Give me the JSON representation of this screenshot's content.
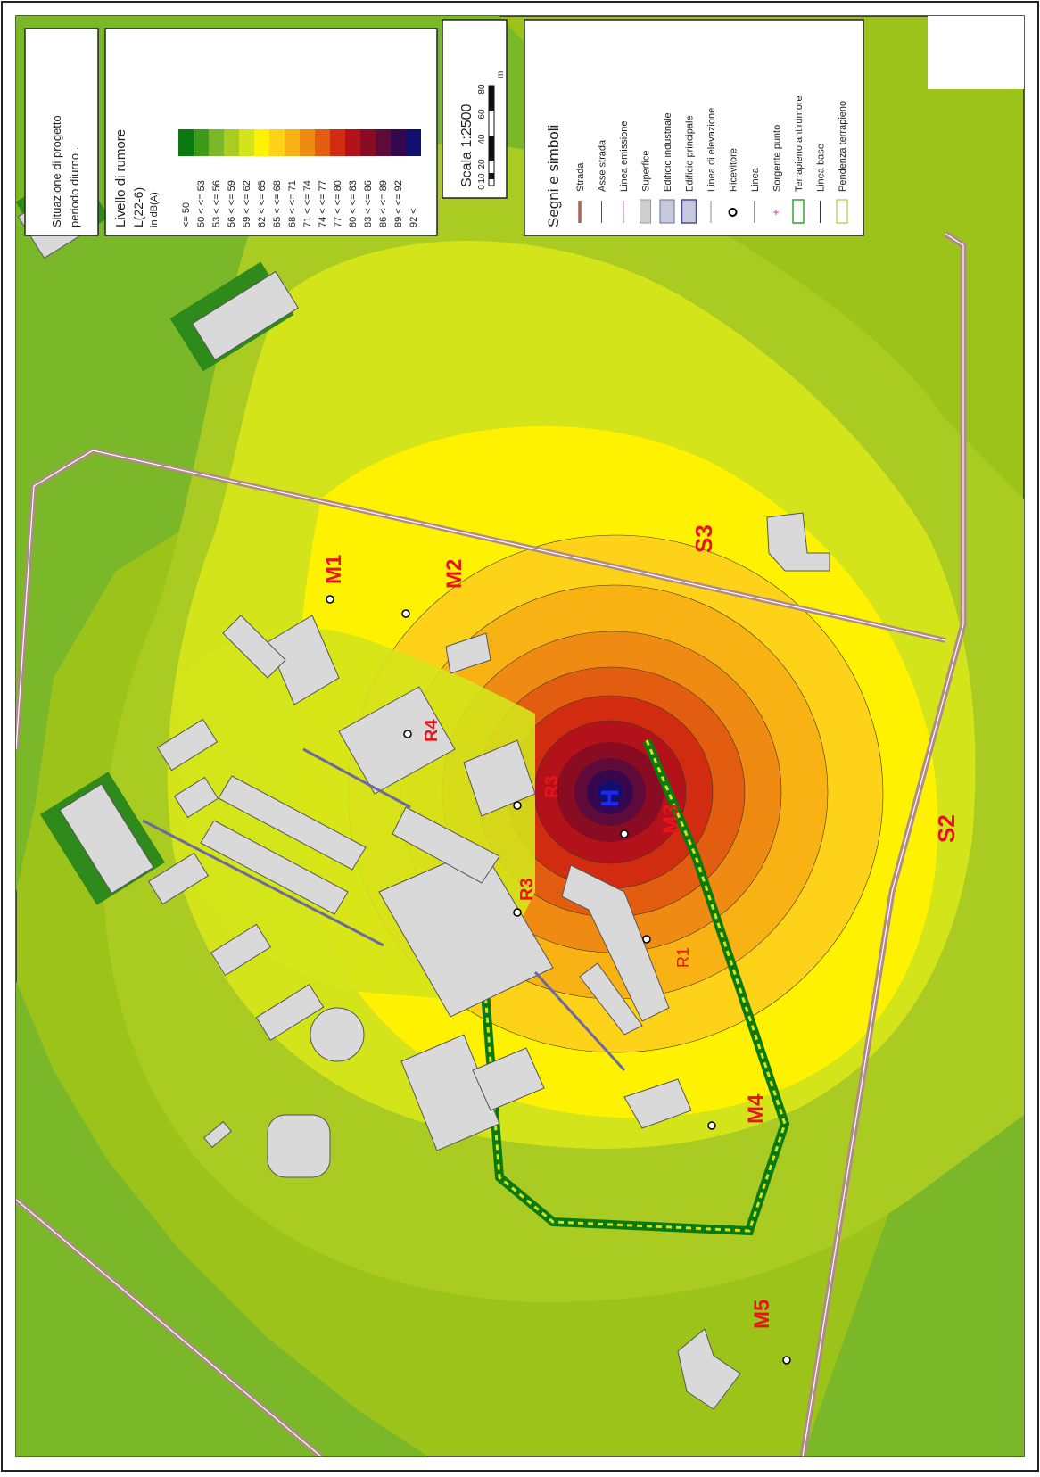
{
  "title_box": {
    "line1": "Situazione di progetto",
    "line2": "periodo diurno ."
  },
  "noise_legend": {
    "heading": "Livello di rumore",
    "index": "L(22-6)",
    "unit": "in dB(A)",
    "classes": [
      {
        "label": "<= 50",
        "color": "#0a7a10"
      },
      {
        "label": "50 <   <= 53",
        "color": "#3d9a1a"
      },
      {
        "label": "53 <   <= 56",
        "color": "#7ab82a"
      },
      {
        "label": "56 <   <= 59",
        "color": "#aacc22"
      },
      {
        "label": "59 <   <= 62",
        "color": "#d4e41a"
      },
      {
        "label": "62 <   <= 65",
        "color": "#fff200"
      },
      {
        "label": "65 <   <= 68",
        "color": "#ffd21a"
      },
      {
        "label": "68 <   <= 71",
        "color": "#f9b213"
      },
      {
        "label": "71 <   <= 74",
        "color": "#ef8a12"
      },
      {
        "label": "74 <   <= 77",
        "color": "#e35d10"
      },
      {
        "label": "77 <   <= 80",
        "color": "#d22c10"
      },
      {
        "label": "80 <   <= 83",
        "color": "#b3121a"
      },
      {
        "label": "83 <   <= 86",
        "color": "#8a0c22"
      },
      {
        "label": "86 <   <= 89",
        "color": "#5e0a3a"
      },
      {
        "label": "89 <   <= 92",
        "color": "#34074f"
      },
      {
        "label": "92 <",
        "color": "#10106e"
      }
    ]
  },
  "scale_box": {
    "title": "Scala 1:2500",
    "ticks": [
      "0",
      "10",
      "20",
      "40",
      "60",
      "80"
    ],
    "unit": "m"
  },
  "symbols_legend": {
    "heading": "Segni e simboli",
    "items": [
      {
        "name": "strada",
        "label": "Strada"
      },
      {
        "name": "asse-strada",
        "label": "Asse strada"
      },
      {
        "name": "linea-emissione",
        "label": "Linea emissione"
      },
      {
        "name": "superfice",
        "label": "Superfice"
      },
      {
        "name": "edificio-industriale",
        "label": "Edificio industriale"
      },
      {
        "name": "edificio-principale",
        "label": "Edificio principale"
      },
      {
        "name": "linea-elevazione",
        "label": "Linea di elevazione"
      },
      {
        "name": "ricevitore",
        "label": "Ricevitore"
      },
      {
        "name": "linea",
        "label": "Linea"
      },
      {
        "name": "sorgente-punto",
        "label": "Sorgente punto"
      },
      {
        "name": "terrapieno-antirumore",
        "label": "Terrapieno antirumore"
      },
      {
        "name": "linea-base",
        "label": "Linea base"
      },
      {
        "name": "pendenza-terrapieno",
        "label": "Pendenza terrapieno"
      }
    ]
  },
  "map_labels": {
    "m1": "M1",
    "m2": "M2",
    "m3": "M3",
    "m4": "M4",
    "m5": "M5",
    "s2": "S2",
    "s3": "S3",
    "r1": "R1",
    "r3a": "R3",
    "r3b": "R3",
    "r4": "R4",
    "heli": "H"
  },
  "colors": {
    "label_red": "#e8141a",
    "heli_blue": "#1a2aff",
    "building_gray": "#d9d9d9",
    "background_green": "#9bc31a"
  }
}
